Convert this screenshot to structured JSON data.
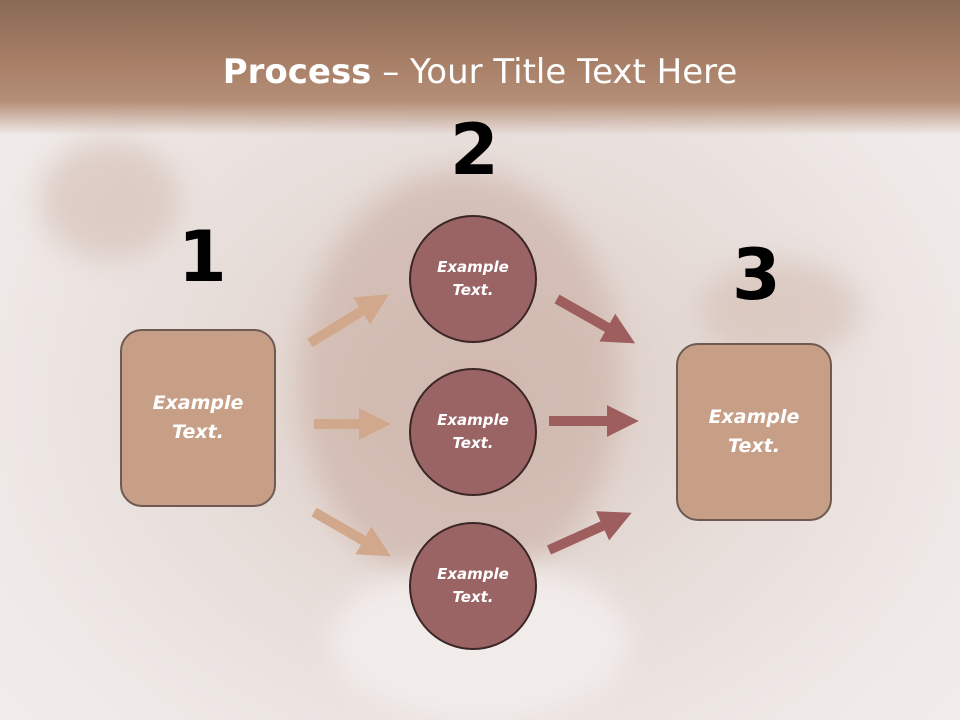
{
  "title": {
    "bold": "Process",
    "rest": " – Your Title Text Here"
  },
  "steps": {
    "one": "1",
    "two": "2",
    "three": "3"
  },
  "left_box": {
    "line1": "Example",
    "line2": "Text."
  },
  "right_box": {
    "line1": "Example",
    "line2": "Text."
  },
  "circles": [
    {
      "line1": "Example",
      "line2": "Text."
    },
    {
      "line1": "Example",
      "line2": "Text."
    },
    {
      "line1": "Example",
      "line2": "Text."
    }
  ],
  "colors": {
    "header": "#a77e66",
    "box_fill": "#c79f87",
    "circle_fill": "#9a6464",
    "arrow_light": "#d2a88c",
    "arrow_dark": "#9e5e5e"
  }
}
